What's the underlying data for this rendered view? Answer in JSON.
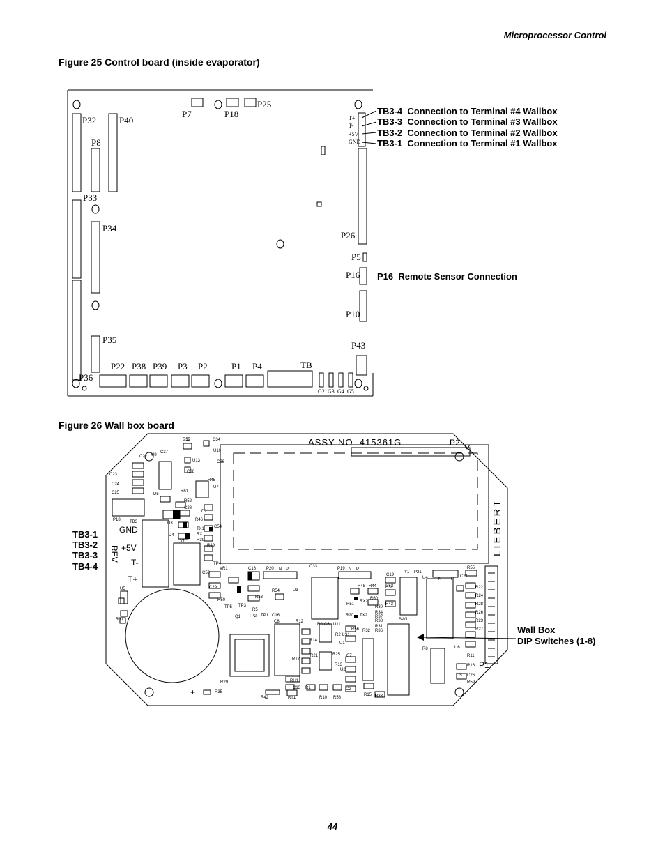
{
  "header": {
    "title": "Microprocessor Control"
  },
  "figure25": {
    "caption": "Figure 25  Control board (inside evaporator)",
    "board_labels": {
      "P7": "P7",
      "P18": "P18",
      "P25": "P25",
      "P32": "P32",
      "P40": "P40",
      "P8": "P8",
      "P33": "P33",
      "P34": "P34",
      "P35": "P35",
      "P36": "P36",
      "P26": "P26",
      "P5": "P5",
      "P16": "P16",
      "P10": "P10",
      "P43": "P43",
      "P22": "P22",
      "P38": "P38",
      "P39": "P39",
      "P3": "P3",
      "P2": "P2",
      "P1": "P1",
      "P4": "P4",
      "TB": "TB",
      "Tplus": "T+",
      "Tminus": "T-",
      "plus5V": "+5V",
      "GND": "GND",
      "G2": "G2",
      "G3": "G3",
      "G4": "G4",
      "G5": "G5"
    },
    "callouts": [
      {
        "label": "TB3-4",
        "text": "Connection to Terminal #4 Wallbox"
      },
      {
        "label": "TB3-3",
        "text": "Connection to Terminal #3 Wallbox"
      },
      {
        "label": "TB3-2",
        "text": "Connection to Terminal #2 Wallbox"
      },
      {
        "label": "TB3-1",
        "text": "Connection to Terminal #1 Wallbox"
      }
    ],
    "p16_callout": {
      "label": "P16",
      "text": "Remote Sensor Connection"
    }
  },
  "figure26": {
    "caption": "Figure 26  Wall box board",
    "left_callouts": [
      "TB3-1",
      "TB3-2",
      "TB3-3",
      "TB4-4"
    ],
    "dip_callout": {
      "line1": "Wall Box",
      "line2": "DIP Switches (1-8)"
    },
    "board_text": {
      "assy": "ASSY NO. 415361G",
      "p2": "P2",
      "liebert": "LIEBERT",
      "gnd": "GND",
      "plus5v": "+5V",
      "tminus": "T-",
      "tplus": "T+",
      "rev": "REV",
      "p1": "P1",
      "plus": "+"
    },
    "small_labels": [
      "U12",
      "C34",
      "C37",
      "C22",
      "U9",
      "U10",
      "C36",
      "U13",
      "C38",
      "C23",
      "C24",
      "C25",
      "R61",
      "R45",
      "U7",
      "D5",
      "R52",
      "C28",
      "D2",
      "R46",
      "P18",
      "TB3",
      "D3",
      "C54",
      "D4",
      "TX1",
      "RX",
      "X1",
      "R39",
      "R49",
      "TP4",
      "C53",
      "VR1",
      "C18",
      "P20",
      "N",
      "P",
      "C33",
      "P19",
      "N",
      "P",
      "C19",
      "Y1",
      "P21",
      "R55",
      "U4",
      "C21",
      "N",
      "P",
      "C29",
      "R48",
      "R44",
      "C32",
      "C52",
      "R54",
      "U3",
      "R22",
      "R24",
      "R28",
      "R26",
      "R23",
      "R27",
      "U5",
      "R50",
      "R53",
      "R60",
      "R51",
      "RX2",
      "R43",
      "TP5",
      "TP3",
      "R5",
      "R20",
      "TX2",
      "R30",
      "R34",
      "R37",
      "R38",
      "R31",
      "R36",
      "Q1",
      "TP2",
      "TP1",
      "C16",
      "C8",
      "R12",
      "R9",
      "C6",
      "U11",
      "R56",
      "R32",
      "SW1",
      "R37",
      "LS1",
      "R14",
      "R2",
      "U1",
      "R8",
      "U6",
      "R25",
      "C7",
      "R11",
      "R21",
      "R17",
      "R13",
      "U2",
      "R16",
      "C5",
      "C26",
      "R59",
      "R29",
      "RH1",
      "C13",
      "R1",
      "C2",
      "R15",
      "R33",
      "R35",
      "R42",
      "RT1",
      "R10",
      "R58",
      "R57"
    ]
  }
}
